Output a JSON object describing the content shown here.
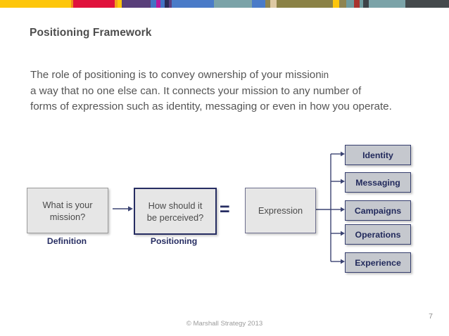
{
  "slide": {
    "title": "Positioning Framework",
    "lead_line1": "The role of positioning is to convey ownership of your mission",
    "lead_line1_tail": "in",
    "lead_line2": "a way that no one else can. It connects your mission to any number of",
    "lead_line3": "forms of expression such as identity, messaging or even in how you operate.",
    "footer_copyright": "© Marshall Strategy 2013",
    "page_number": "7"
  },
  "colorbar": {
    "segments": [
      {
        "name": "yellow",
        "color": "#fdc60b",
        "width": 107
      },
      {
        "name": "orange-sliver",
        "color": "#f08a1c",
        "width": 3
      },
      {
        "name": "crimson",
        "color": "#e0123c",
        "width": 63
      },
      {
        "name": "orange-sliver-2",
        "color": "#f2a01e",
        "width": 4
      },
      {
        "name": "yellow-sliver",
        "color": "#fdc60b",
        "width": 6
      },
      {
        "name": "purple",
        "color": "#593f7a",
        "width": 44
      },
      {
        "name": "blue-stripe",
        "color": "#4273c4",
        "width": 8
      },
      {
        "name": "magenta-stripe",
        "color": "#b7199b",
        "width": 7
      },
      {
        "name": "blue-stripe-2",
        "color": "#4273c4",
        "width": 6
      },
      {
        "name": "dark-navy-stripe",
        "color": "#2b2b55",
        "width": 6
      },
      {
        "name": "purple-stripe",
        "color": "#5b3f80",
        "width": 5
      },
      {
        "name": "steel-blue",
        "color": "#4a7bc8",
        "width": 63
      },
      {
        "name": "teal-gray",
        "color": "#7ba3a8",
        "width": 57
      },
      {
        "name": "blue-block",
        "color": "#4a7bc8",
        "width": 20
      },
      {
        "name": "olive-sliver",
        "color": "#8e8450",
        "width": 8
      },
      {
        "name": "tan",
        "color": "#ddc9a3",
        "width": 9
      },
      {
        "name": "olive",
        "color": "#8b8246",
        "width": 85
      },
      {
        "name": "yellow-2",
        "color": "#fdc60b",
        "width": 10
      },
      {
        "name": "olive-2",
        "color": "#8e8450",
        "width": 10
      },
      {
        "name": "teal-2",
        "color": "#6f9b9e",
        "width": 12
      },
      {
        "name": "red-stripe",
        "color": "#a8342f",
        "width": 8
      },
      {
        "name": "teal-3",
        "color": "#6f9b9e",
        "width": 6
      },
      {
        "name": "charcoal-stripe",
        "color": "#3d4247",
        "width": 8
      },
      {
        "name": "teal-4",
        "color": "#7ba3a8",
        "width": 55
      },
      {
        "name": "charcoal",
        "color": "#44494c",
        "width": 66
      }
    ]
  },
  "flow": {
    "boxes": [
      {
        "id": "definition",
        "text_line1": "What is your",
        "text_line2": "mission?",
        "label": "Definition"
      },
      {
        "id": "positioning",
        "text_line1": "How should it",
        "text_line2": "be perceived?",
        "label": "Positioning"
      },
      {
        "id": "expression",
        "text_line1": "Expression",
        "text_line2": "",
        "label": ""
      }
    ],
    "equals_glyph": "=",
    "arrow_glyph": "→"
  },
  "expressions": [
    {
      "label": "Identity"
    },
    {
      "label": "Messaging"
    },
    {
      "label": "Campaigns"
    },
    {
      "label": "Operations"
    },
    {
      "label": "Experience"
    }
  ],
  "colors": {
    "navy": "#262d62",
    "box_fill": "#e6e6e6",
    "exp_fill": "#c5c8ce",
    "title_gray": "#4d4d4d",
    "body_gray": "#555555"
  }
}
